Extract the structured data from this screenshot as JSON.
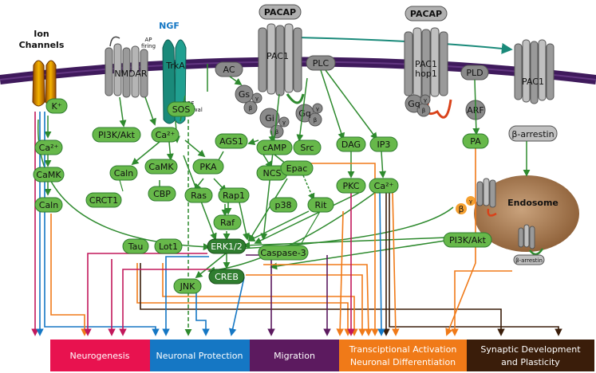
{
  "labels": {
    "ion_channels_line1": "Ion",
    "ion_channels_line2": "Channels",
    "nmdar": "NMDAR",
    "ngf": "NGF",
    "trka": "TrkA",
    "ap_firing_line1": "AP",
    "ap_firing_line2": "firing",
    "ngf_withdrawal_line1": "NGF",
    "ngf_withdrawal_line2": "withdawal",
    "pacap_1": "PACAP",
    "pacap_2": "PACAP",
    "pac1_main": "PAC1",
    "pac1_hop1_line1": "PAC1",
    "pac1_hop1_line2": "hop1",
    "pac1_right": "PAC1",
    "beta_arrestin": "β-arrestin",
    "beta_arrestin_small": "β-arrestin",
    "endosome": "Endosome",
    "beta": "β",
    "gamma": "γ"
  },
  "nodes": {
    "kplus": "K⁺",
    "ca_left": "Ca²⁺",
    "camk_left": "CaMK",
    "caln_left": "Caln",
    "pi3k_left": "PI3K/Akt",
    "sos": "SOS",
    "ca_mid": "Ca²⁺",
    "caln_mid": "Caln",
    "camk_mid": "CaMK",
    "crct1": "CRCT1",
    "cbp": "CBP",
    "pka": "PKA",
    "ras": "Ras",
    "rap1": "Rap1",
    "raf": "Raf",
    "ac": "AC",
    "gs": "Gs",
    "gi": "Gi",
    "gq_pac1": "Gq",
    "ags1": "AGS1",
    "camp": "cAMP",
    "ncs": "NCS",
    "epac": "Epac",
    "src": "Src",
    "plc": "PLC",
    "dag": "DAG",
    "ip3": "IP3",
    "pkc": "PKC",
    "ca_right": "Ca²⁺",
    "p38": "p38",
    "rit": "Rit",
    "gq_hop1": "Gq",
    "arf": "ARF",
    "pld": "PLD",
    "pa": "PA",
    "pi3k_right": "PI3K/Akt",
    "tau": "Tau",
    "lot1": "Lot1",
    "erk": "ERK1/2",
    "caspase": "Caspase-3",
    "creb": "CREB",
    "jnk": "JNK"
  },
  "outcomes": [
    {
      "line1": "Neurogenesis",
      "line2": "",
      "color": "#e8124f"
    },
    {
      "line1": "Neuronal Protection",
      "line2": "",
      "color": "#1577c4"
    },
    {
      "line1": "Migration",
      "line2": "",
      "color": "#5c1a5f"
    },
    {
      "line1": "Transciptional Activation",
      "line2": "Neuronal Differentiation",
      "color": "#f07a18"
    },
    {
      "line1": "Synaptic Development",
      "line2": "and Plasticity",
      "color": "#3a1d0a"
    }
  ],
  "colors": {
    "membrane": "#3f1a5c",
    "node_green": "#67b84a",
    "node_green_dark": "#2f7d2f",
    "arrow_green": "#2e8a2e",
    "receptor_gray": "#9a9a9a",
    "endosome": "#b48a62",
    "arrow_orange": "#f07a18",
    "arrow_pink": "#c2185b",
    "arrow_blue": "#1577c4",
    "arrow_purple": "#5c1a5f",
    "arrow_brown": "#3a1d0a",
    "teal": "#1a8a7a"
  }
}
